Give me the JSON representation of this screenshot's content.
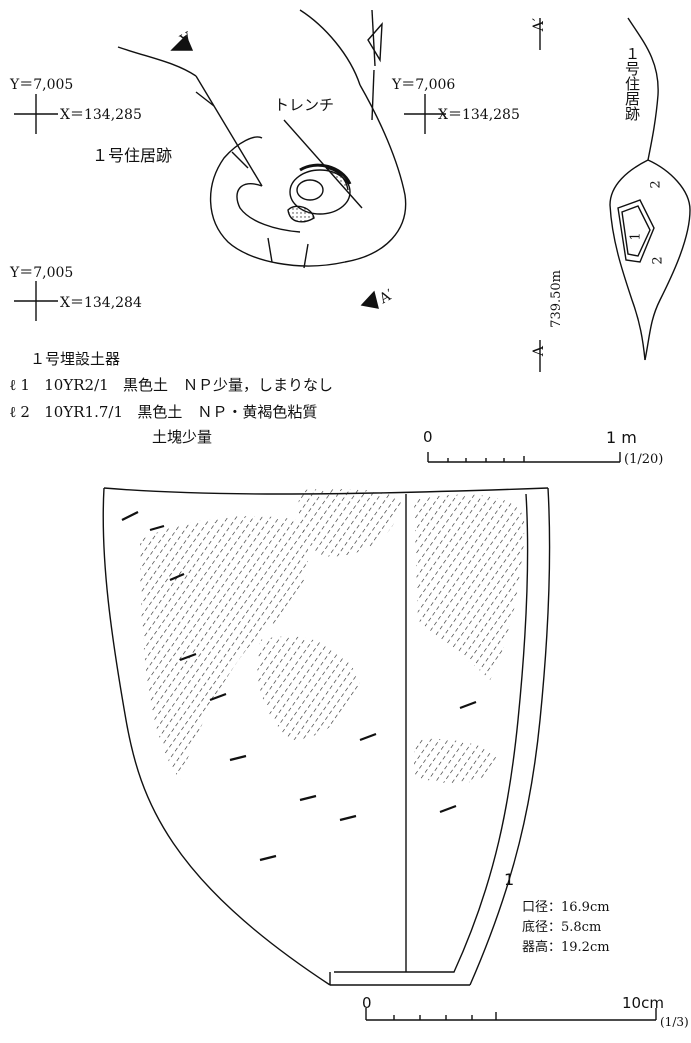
{
  "plan": {
    "coord_tl_y": "Y＝7,005",
    "coord_tl_x": "X＝134,285",
    "coord_tr_y": "Y＝7,006",
    "coord_tr_x": "X＝134,285",
    "coord_bl_y": "Y＝7,005",
    "coord_bl_x": "X＝134,284",
    "dwelling_label": "１号住居跡",
    "trench_label": "トレンチ",
    "section_mark_a": "A",
    "section_mark_a_prime": "A′"
  },
  "section": {
    "dwelling_label": "１号住居跡",
    "elevation": "739.50m",
    "mark_a": "A",
    "mark_a_prime": "A′",
    "layer_1": "1",
    "layer_2_upper": "2",
    "layer_2_lower": "2"
  },
  "legend": {
    "title": "１号埋設土器",
    "layers": [
      {
        "symbol": "ℓ",
        "num": "1",
        "color": "10YR2/1",
        "text": "黒色土　ＮＰ少量，しまりなし"
      },
      {
        "symbol": "ℓ",
        "num": "2",
        "color": "10YR1.7/1",
        "text": "黒色土　ＮＰ・黄褐色粘質"
      }
    ],
    "layer2_continued": "土塊少量"
  },
  "scale_top": {
    "start": "0",
    "end": "1 m",
    "ratio": "(1/20)"
  },
  "pottery": {
    "number": "1",
    "measurements": [
      "口径：16.9cm",
      "底径：5.8cm",
      "器高：19.2cm"
    ]
  },
  "scale_bottom": {
    "start": "0",
    "end": "10cm",
    "ratio": "(1/3)"
  }
}
